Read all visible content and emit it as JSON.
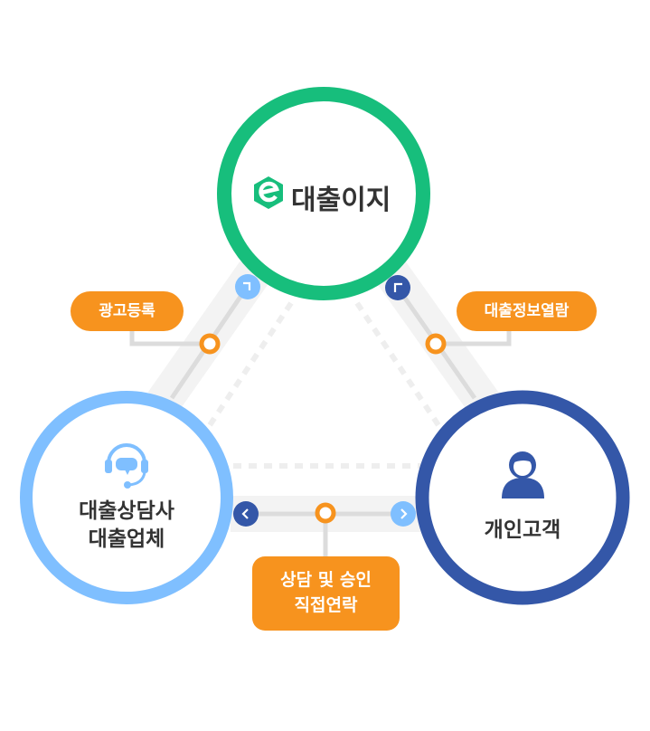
{
  "brand": {
    "name": "대출이지",
    "logo_icon": "e-hexagon-logo-icon",
    "color": "#17be7c"
  },
  "nodes": {
    "left": {
      "lines": [
        "대출상담사",
        "대출업체"
      ],
      "icon": "headset-icon",
      "color": "#7fbfff"
    },
    "right": {
      "label": "개인고객",
      "icon": "person-icon",
      "color": "#3457a8"
    }
  },
  "labels": {
    "ad_register": "광고등록",
    "loan_info_view": "대출정보열람",
    "direct_contact": [
      "상담 및 승인",
      "직접연락"
    ]
  },
  "colors": {
    "accent": "#f7931e",
    "band": "#f3f3f3",
    "line": "#dcdcdc"
  }
}
